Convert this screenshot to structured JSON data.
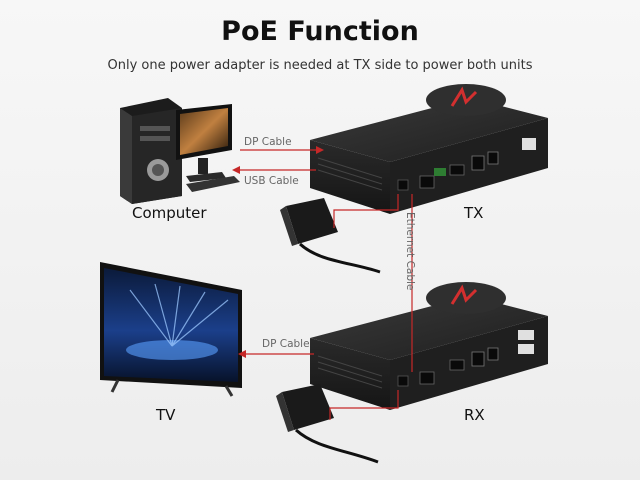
{
  "header": {
    "title": "PoE Function",
    "subtitle": "Only one power adapter is needed at TX side to power both units"
  },
  "devices": {
    "computer_label": "Computer",
    "tx_label": "TX",
    "tv_label": "TV",
    "rx_label": "RX"
  },
  "cables": {
    "dp_top": "DP Cable",
    "usb": "USB Cable",
    "ethernet": "Ethernet Cable",
    "dp_bottom": "DP Cable"
  },
  "colors": {
    "accent": "#d32f2f",
    "box": "#2b2b2b",
    "cable_line": "#c62828"
  }
}
